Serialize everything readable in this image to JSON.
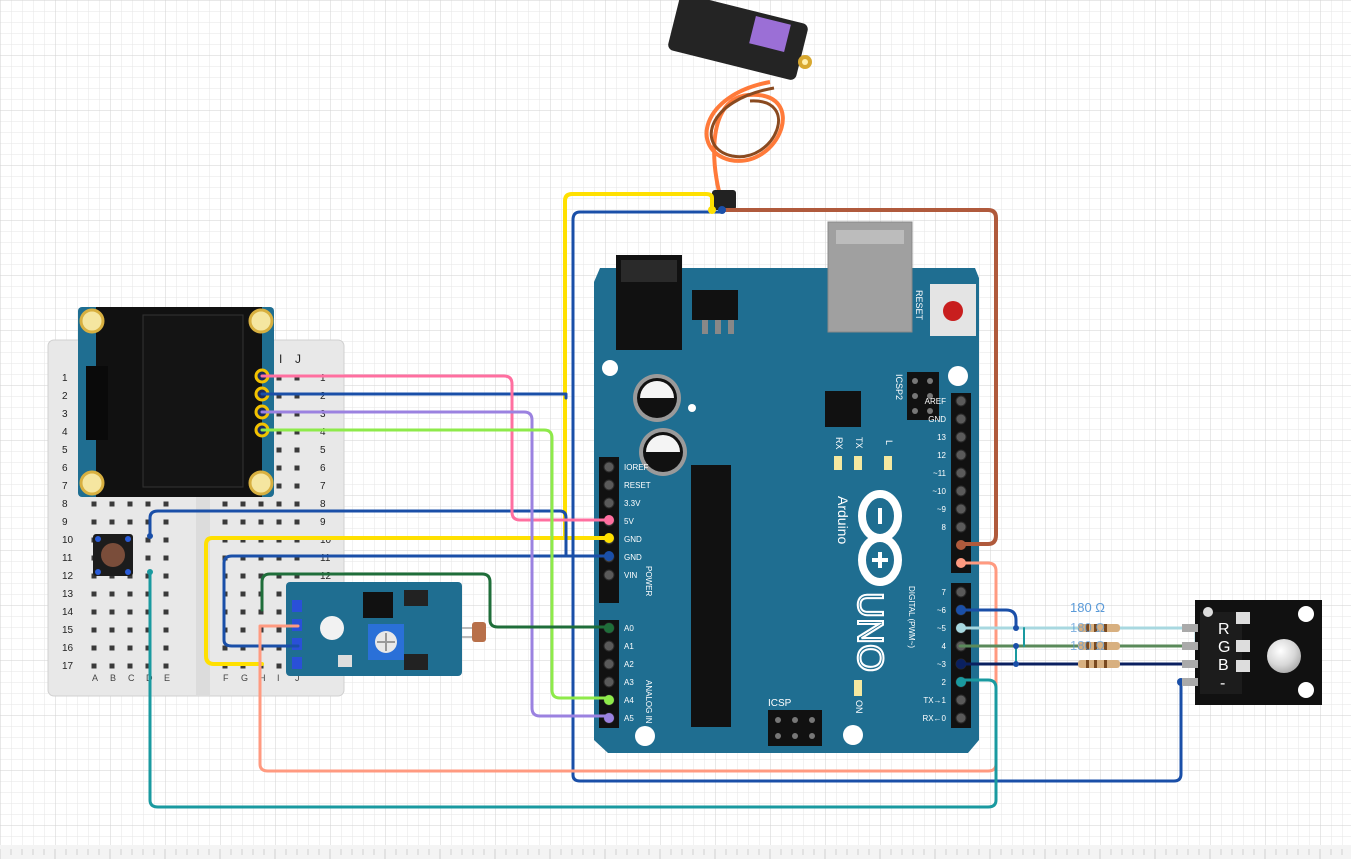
{
  "breadboard": {
    "row_numbers": [
      "1",
      "2",
      "3",
      "4",
      "5",
      "6",
      "7",
      "8",
      "9",
      "10",
      "11",
      "12",
      "13",
      "14",
      "15",
      "16",
      "17"
    ],
    "col_top": [
      "I",
      "J"
    ],
    "col_bottom_left": [
      "A",
      "B",
      "C",
      "D",
      "E"
    ],
    "col_bottom_right": [
      "F",
      "G",
      "H",
      "I",
      "J"
    ]
  },
  "arduino": {
    "brand": "Arduino",
    "model": "UNO",
    "reset_label": "RESET",
    "icsp_label": "ICSP",
    "icsp2_label": "ICSP2",
    "tx_label": "TX",
    "rx_label": "RX",
    "l_label": "L",
    "on_label": "ON",
    "power_header": "POWER",
    "analog_header": "ANALOG IN",
    "digital_header": "DIGITAL (PWM~)",
    "power_pins": [
      "IOREF",
      "RESET",
      "3.3V",
      "5V",
      "GND",
      "GND",
      "VIN"
    ],
    "analog_pins": [
      "A0",
      "A1",
      "A2",
      "A3",
      "A4",
      "A5"
    ],
    "digital_top_pins": [
      "AREF",
      "GND",
      "13",
      "12",
      "~11",
      "~10",
      "~9",
      "8"
    ],
    "digital_bottom_pins": [
      "7",
      "~6",
      "~5",
      "4",
      "~3",
      "2",
      "TX→1",
      "RX←0"
    ]
  },
  "rgb_module": {
    "pins": [
      "R",
      "G",
      "B",
      "-"
    ],
    "resistor_labels": [
      "180 Ω",
      "180 Ω",
      "180 Ω"
    ]
  },
  "colors": {
    "board": "#1f6e91",
    "wire_pink": "#ff6fa0",
    "wire_blue": "#1a4fa8",
    "wire_purple": "#9b82e0",
    "wire_green": "#8eea4a",
    "wire_yellow": "#ffe000",
    "wire_brown": "#b05a3c",
    "wire_darkgreen": "#1f6e3a",
    "wire_teal": "#1a9aa0",
    "wire_salmon": "#ff9a80"
  }
}
